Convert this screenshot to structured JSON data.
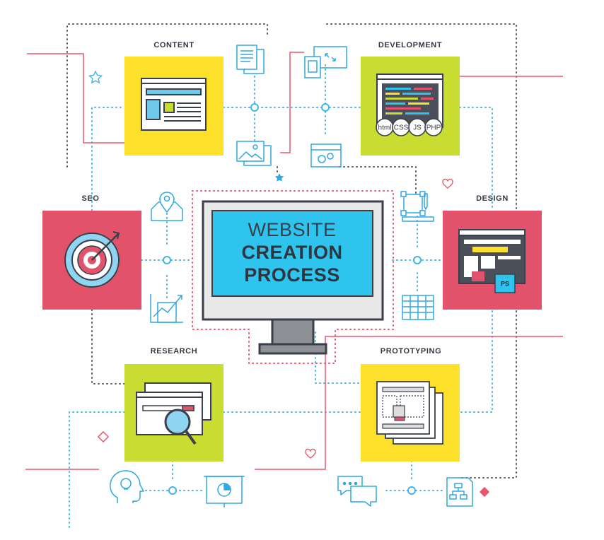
{
  "diagram": {
    "title": {
      "line1": "WEBSITE",
      "line2": "CREATION",
      "line3": "PROCESS"
    },
    "stages": {
      "content": "CONTENT",
      "development": "DEVELOPMENT",
      "seo": "SEO",
      "design": "DESIGN",
      "research": "RESEARCH",
      "prototyping": "PROTOTYPING"
    },
    "code_tags": [
      "html",
      "CSS",
      "JS",
      "PHP"
    ],
    "ps_badge": "PS"
  },
  "colors": {
    "yellow": "#fde02a",
    "lime": "#c8dc32",
    "red": "#e3526b",
    "cyan": "#2fc4ee",
    "blue_line": "#3fb6e4",
    "pink_line": "#e8566c",
    "outline": "#3a3f49",
    "dot_gray": "#555a64"
  },
  "icons": [
    "document-icon",
    "mobile-tablet-icon",
    "image-gallery-icon",
    "settings-window-icon",
    "map-pin-icon",
    "growth-chart-icon",
    "vector-pen-icon",
    "spreadsheet-icon",
    "head-idea-icon",
    "presentation-chart-icon",
    "chat-bubbles-icon",
    "sitemap-icon",
    "star-icon",
    "heart-icon",
    "diamond-icon"
  ]
}
